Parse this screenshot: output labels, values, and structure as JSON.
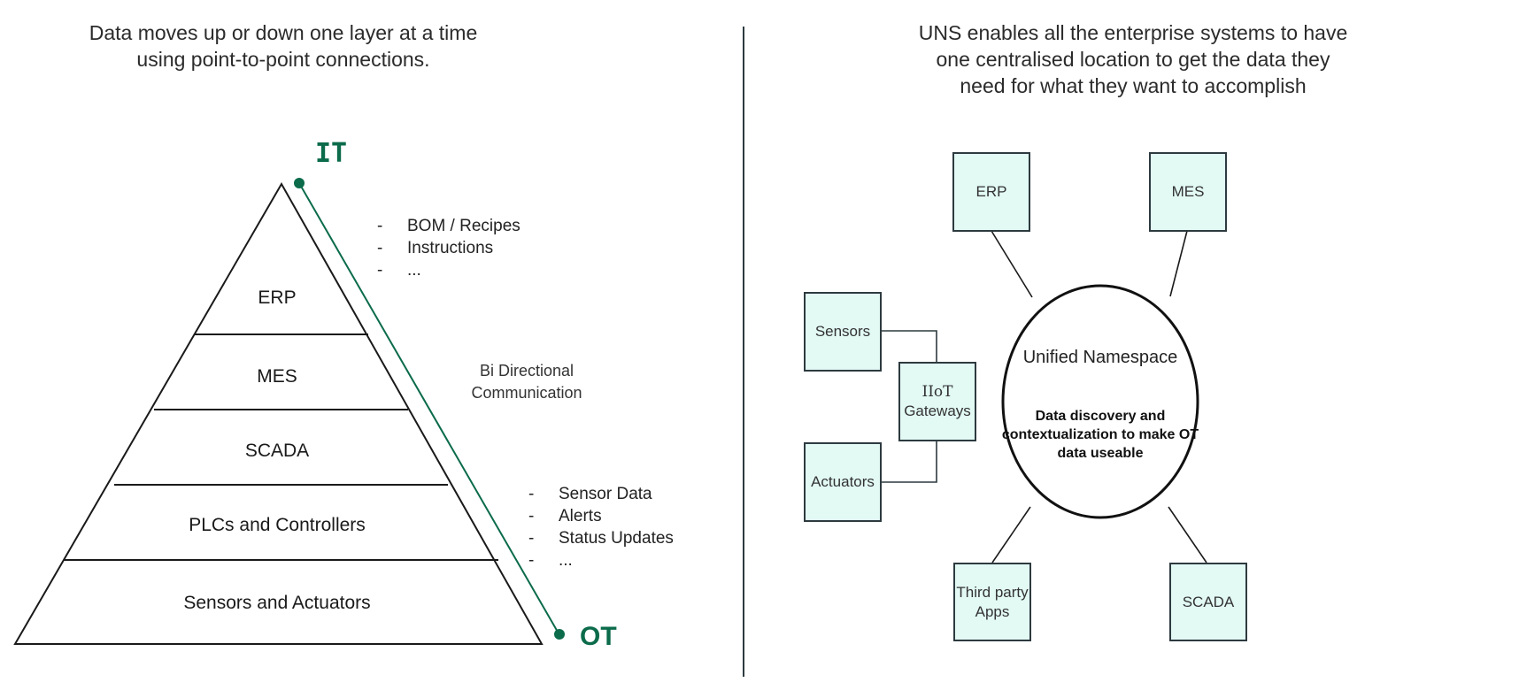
{
  "left_panel": {
    "caption_line1": "Data moves up or down one layer at a time",
    "caption_line2": "using point-to-point connections.",
    "it_label": "IT",
    "ot_label": "OT",
    "layers": [
      {
        "label": "ERP"
      },
      {
        "label": "MES"
      },
      {
        "label": "SCADA"
      },
      {
        "label": "PLCs and Controllers"
      },
      {
        "label": "Sensors and Actuators"
      }
    ],
    "top_bullets": [
      {
        "dash": "-",
        "text": "BOM / Recipes"
      },
      {
        "dash": "-",
        "text": "Instructions"
      },
      {
        "dash": "-",
        "text": "..."
      }
    ],
    "bidirectional_line1": "Bi Directional",
    "bidirectional_line2": "Communication",
    "bottom_bullets": [
      {
        "dash": "-",
        "text": "Sensor Data"
      },
      {
        "dash": "-",
        "text": "Alerts"
      },
      {
        "dash": "-",
        "text": "Status Updates"
      },
      {
        "dash": "-",
        "text": "..."
      }
    ],
    "accent_color": "#0b6b4b"
  },
  "right_panel": {
    "caption_line1": "UNS enables all the enterprise systems to have",
    "caption_line2": "one centralised location to get the data they",
    "caption_line3": "need for what they want to accomplish",
    "hub": {
      "title": "Unified Namespace",
      "desc_line1": "Data discovery and",
      "desc_line2": "contextualization to make OT",
      "desc_line3": "data useable"
    },
    "nodes": {
      "erp": "ERP",
      "mes": "MES",
      "sensors": "Sensors",
      "iiot_line1": "IIoT",
      "iiot_line2": "Gateways",
      "actuators": "Actuators",
      "third_party_line1": "Third party",
      "third_party_line2": "Apps",
      "scada": "SCADA"
    },
    "box_fill": "#e2f9f4"
  }
}
